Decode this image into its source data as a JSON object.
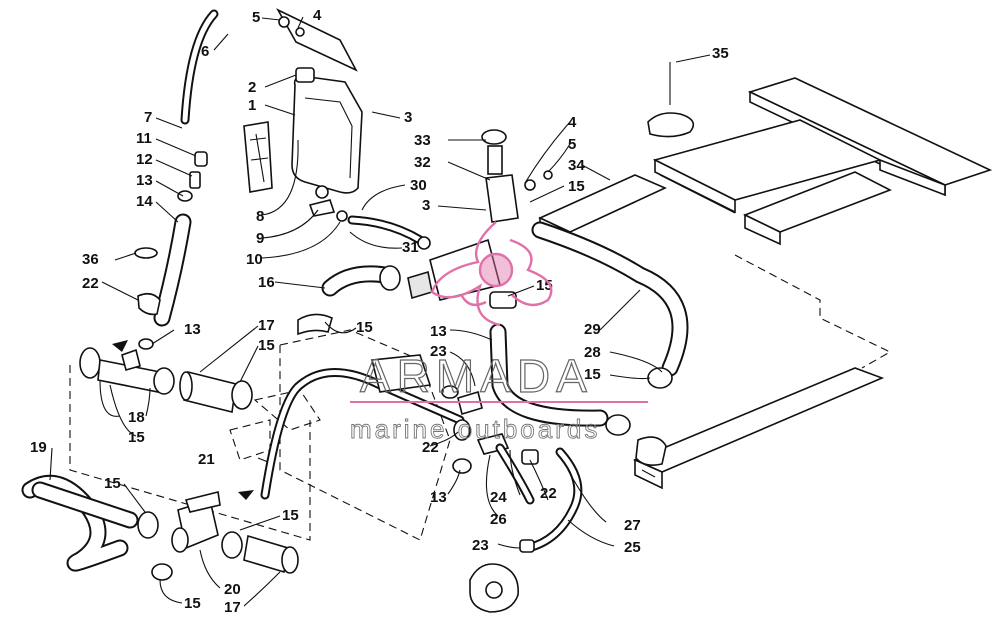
{
  "diagram": {
    "callouts": [
      "1",
      "2",
      "3",
      "4",
      "5",
      "6",
      "7",
      "8",
      "9",
      "10",
      "11",
      "12",
      "13",
      "14",
      "15",
      "16",
      "17",
      "18",
      "19",
      "20",
      "21",
      "22",
      "23",
      "24",
      "25",
      "26",
      "27",
      "28",
      "29",
      "30",
      "31",
      "32",
      "33",
      "34",
      "35",
      "36"
    ]
  },
  "watermark": {
    "brand": "ARMADA",
    "tagline": "marine outboards",
    "accent_color": "#e070a8"
  },
  "colors": {
    "line": "#111111",
    "background": "#ffffff"
  }
}
